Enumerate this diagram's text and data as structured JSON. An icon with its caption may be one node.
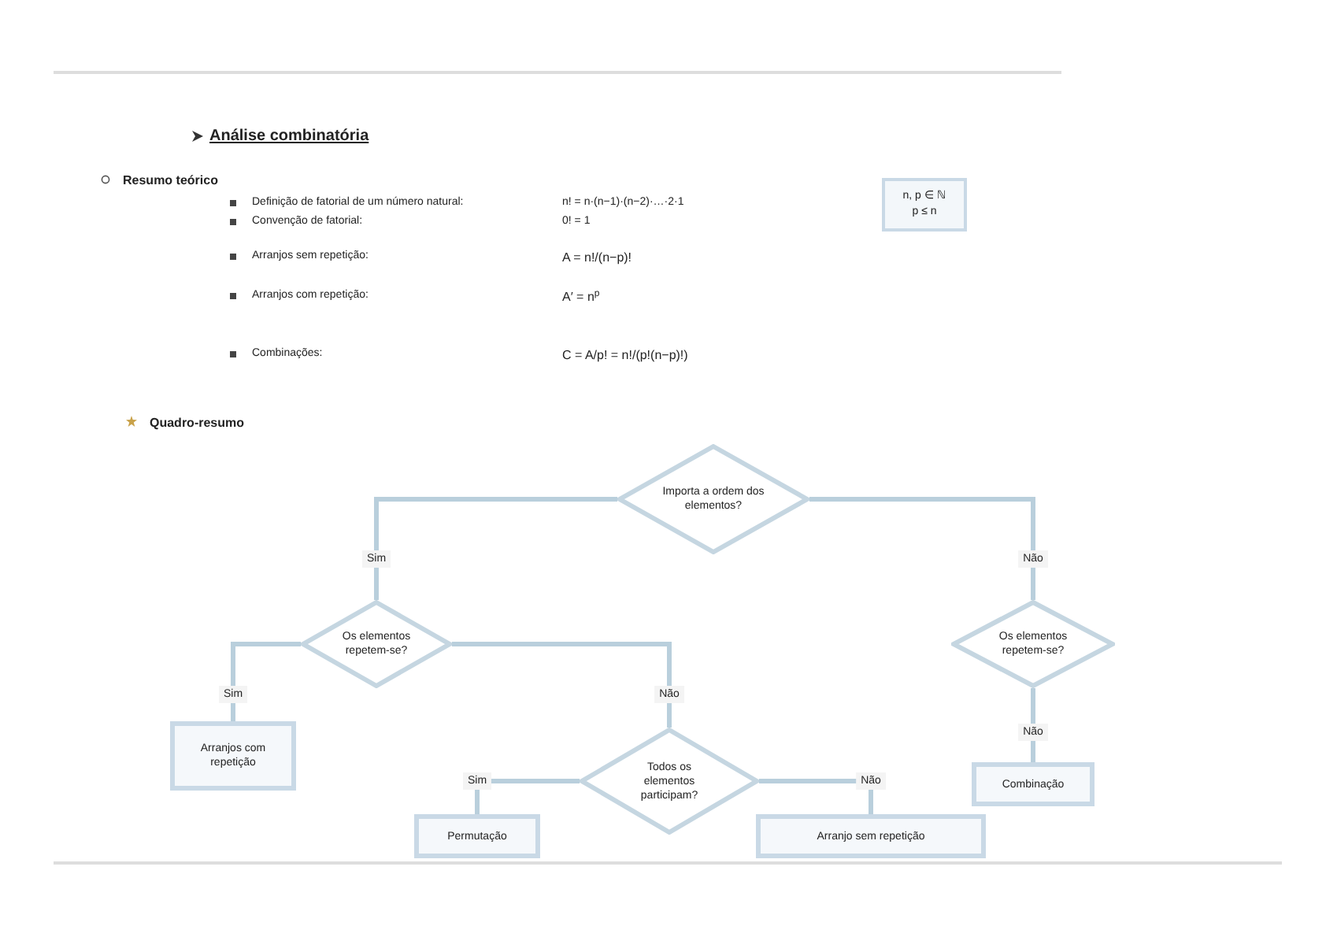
{
  "diagram": {
    "title": "Análise combinatória",
    "nodes": [
      {
        "text": [
          "Importa a ordem dos elementos?"
        ]
      },
      {
        "text": [
          "Os elementos repetem-se?"
        ]
      },
      {
        "text": [
          "Os elementos repetem-se?"
        ]
      },
      {
        "text": [
          "Arranjos com repetição"
        ]
      },
      {
        "text": [
          "Todos os elementos participam?"
        ]
      },
      {
        "text": [
          "Permutação"
        ]
      },
      {
        "text": [
          "Arranjo sem repetição"
        ]
      },
      {
        "text": [
          "Combinação"
        ]
      }
    ],
    "edges": [
      {
        "from": 0,
        "to": 1,
        "arrow": "none",
        "label": "Sim"
      },
      {
        "from": 0,
        "to": 2,
        "arrow": "none",
        "label": "Não"
      },
      {
        "from": 1,
        "to": 3,
        "arrow": "none",
        "label": "Sim"
      },
      {
        "from": 1,
        "to": 4,
        "arrow": "none",
        "label": "Não"
      },
      {
        "from": 4,
        "to": 5,
        "arrow": "none",
        "label": "Sim"
      },
      {
        "from": 4,
        "to": 6,
        "arrow": "none",
        "label": "Não"
      },
      {
        "from": 2,
        "to": 7,
        "arrow": "none",
        "label": "Não"
      }
    ],
    "labels": [
      "Resumo teórico",
      "Definição de fatorial de um número natural:",
      "n! = n·(n−1)·(n−2)·…·2·1",
      "n, p ∈ ℕ",
      "p ≤ n",
      "Convenção de fatorial:",
      "0! = 1",
      "Arranjos sem repetição:",
      "A = n!/(n−p)!",
      "Arranjos com repetição:",
      "A′ = n$^{p}$",
      "Combinações:",
      "C = A/p! = n!/(p!(n−p)!)",
      "Quadro-resumo"
    ]
  }
}
